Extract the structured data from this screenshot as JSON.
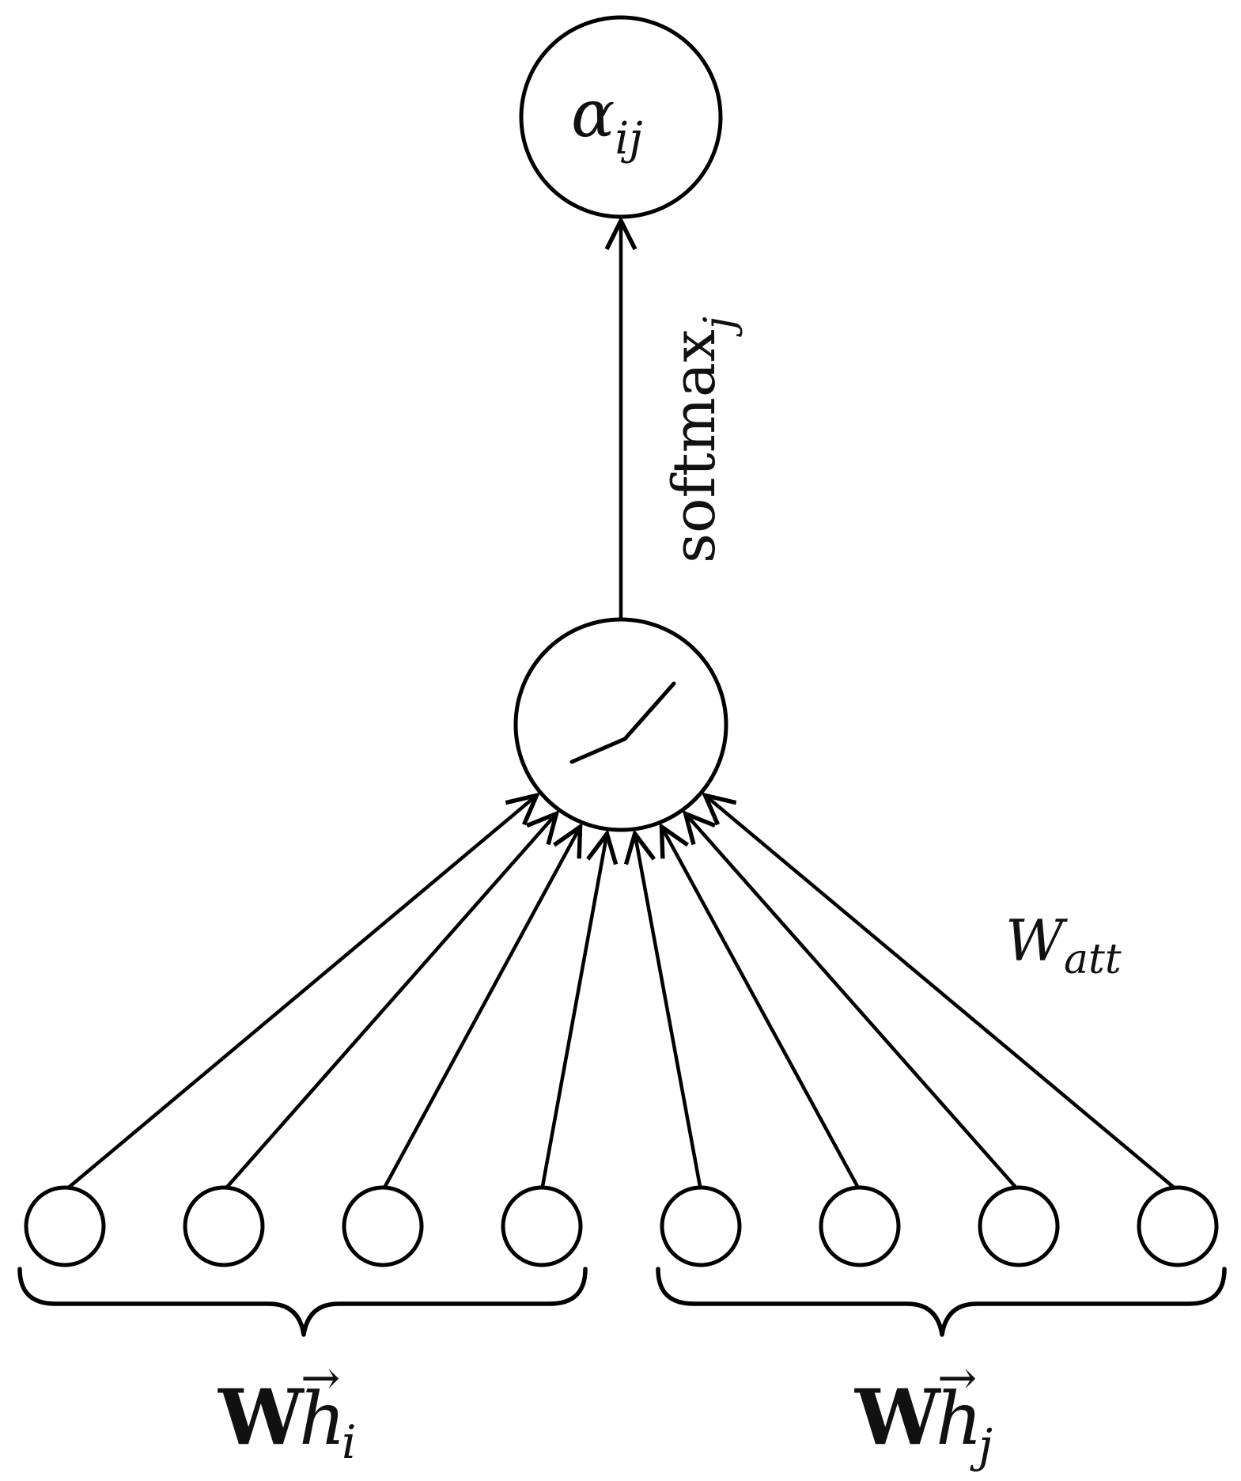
{
  "output_node": {
    "symbol": "α",
    "subscript": "ij"
  },
  "edge_label": {
    "text": "softmax",
    "subscript": "j"
  },
  "weight_label": {
    "symbol": "W",
    "subscript": "att"
  },
  "activation": "leaky-relu-icon",
  "groups": [
    {
      "bold": "W",
      "symbol": "h",
      "arrow": "→",
      "subscript": "i",
      "node_count": 4
    },
    {
      "bold": "W",
      "symbol": "h",
      "arrow": "→",
      "subscript": "j",
      "node_count": 4
    }
  ]
}
